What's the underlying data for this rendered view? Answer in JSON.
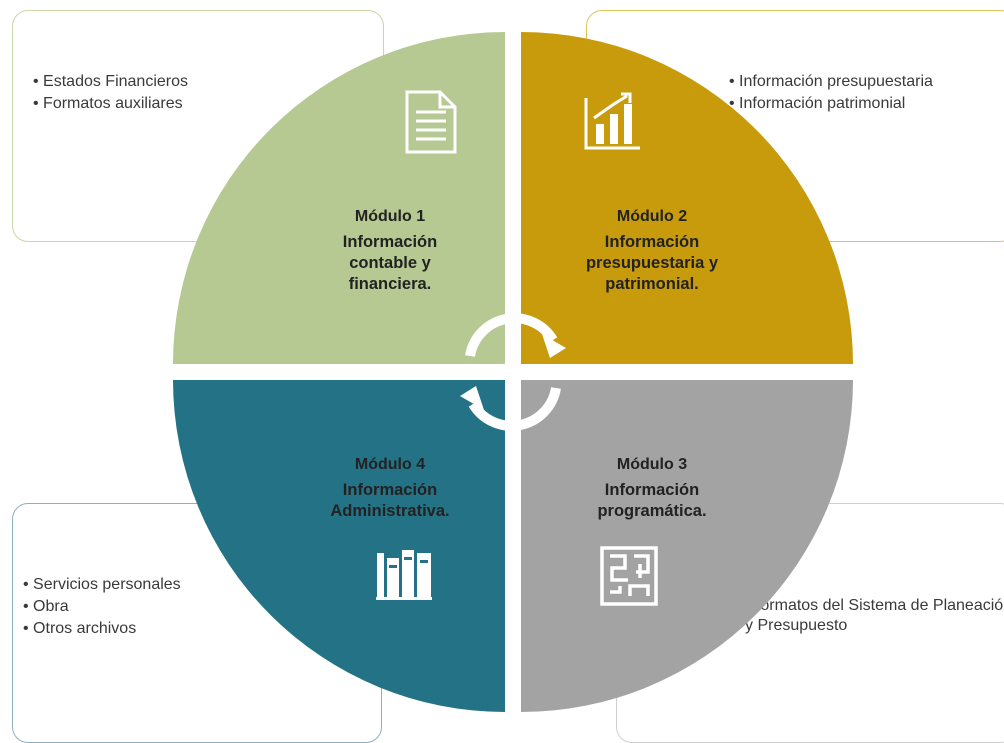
{
  "modules": [
    {
      "title": "Módulo 1",
      "lines": [
        "Información",
        "contable y",
        "financiera."
      ],
      "color": "#b6c992",
      "icon": "document-icon",
      "items": [
        "Estados Financieros",
        "Formatos auxiliares"
      ]
    },
    {
      "title": "Módulo 2",
      "lines": [
        "Información",
        "presupuestaria y",
        "patrimonial."
      ],
      "color": "#c89b0c",
      "icon": "bar-chart-icon",
      "items": [
        "Información presupuestaria",
        "Información patrimonial"
      ]
    },
    {
      "title": "Módulo 3",
      "lines": [
        "Información",
        "programática."
      ],
      "color": "#a3a3a3",
      "icon": "maze-icon",
      "items": [
        "Formatos del Sistema de Planeación y Presupuesto"
      ]
    },
    {
      "title": "Módulo 4",
      "lines": [
        "Información",
        "Administrativa."
      ],
      "color": "#247286",
      "icon": "binders-icon",
      "items": [
        "Servicios personales",
        "Obra",
        "Otros archivos"
      ]
    }
  ],
  "center_icon": "cycle-arrows-icon"
}
